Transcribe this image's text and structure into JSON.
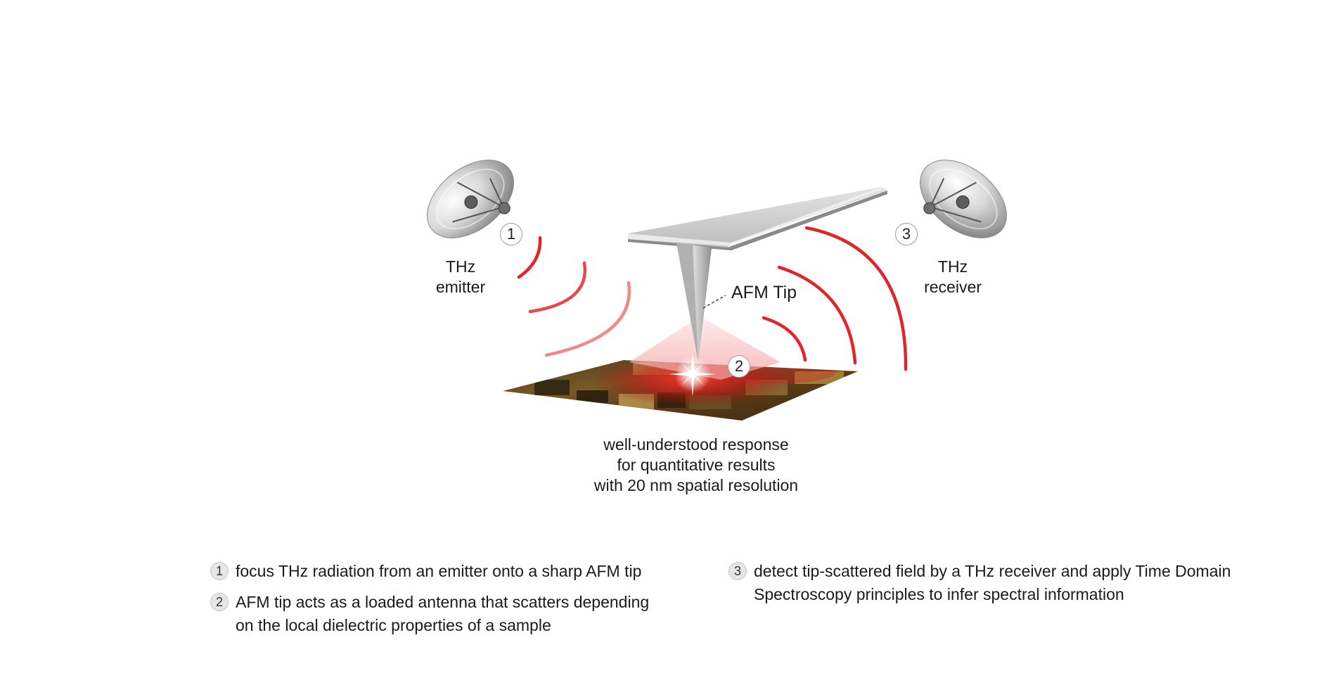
{
  "emitter": {
    "number": "1",
    "line1": "THz",
    "line2": "emitter"
  },
  "receiver": {
    "number": "3",
    "line1": "THz",
    "line2": "receiver"
  },
  "tip": {
    "label": "AFM Tip",
    "number": "2"
  },
  "response": {
    "line1": "well-understood response",
    "line2": "for quantitative results",
    "line3": "with 20 nm spatial resolution"
  },
  "legend": [
    {
      "number": "1",
      "line1": "focus THz radiation from an emitter onto a sharp AFM tip",
      "line2": ""
    },
    {
      "number": "2",
      "line1": "AFM tip acts as a loaded antenna that scatters depending",
      "line2": "on the local dielectric properties of a sample"
    },
    {
      "number": "3",
      "line1": "detect tip-scattered field by a THz receiver and apply Time Domain",
      "line2": "Spectroscopy principles to infer spectral information"
    }
  ],
  "colors": {
    "wave_red": "#e3242b",
    "wave_pink": "#f08a8a",
    "cantilever": "#c9c9c9"
  }
}
